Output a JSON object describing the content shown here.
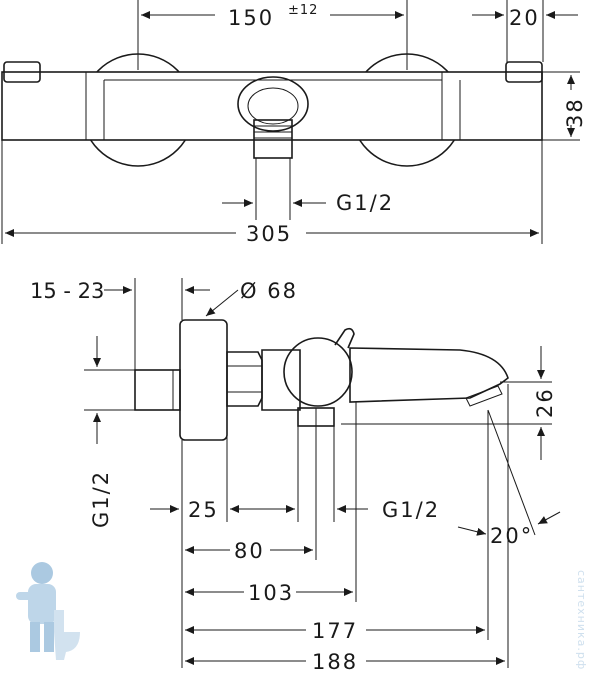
{
  "top_view": {
    "width_150": "150",
    "tolerance": "±12",
    "width_20": "20",
    "height_38": "38",
    "thread_g12": "G1/2",
    "overall_305": "305"
  },
  "side_view": {
    "wall_15_23": "15 - 23",
    "diameter_68": "Ø 68",
    "thread_left_g12": "G1/2",
    "dim_25": "25",
    "thread_bottom_g12": "G1/2",
    "angle_20": "20°",
    "height_26": "26",
    "dim_80": "80",
    "dim_103": "103",
    "dim_177": "177",
    "dim_188": "188"
  },
  "watermark": "сантехника.рф",
  "colors": {
    "line": "#1a1a1a",
    "watermark": "#cfe0ee",
    "mascot": "#8fb8d8"
  }
}
